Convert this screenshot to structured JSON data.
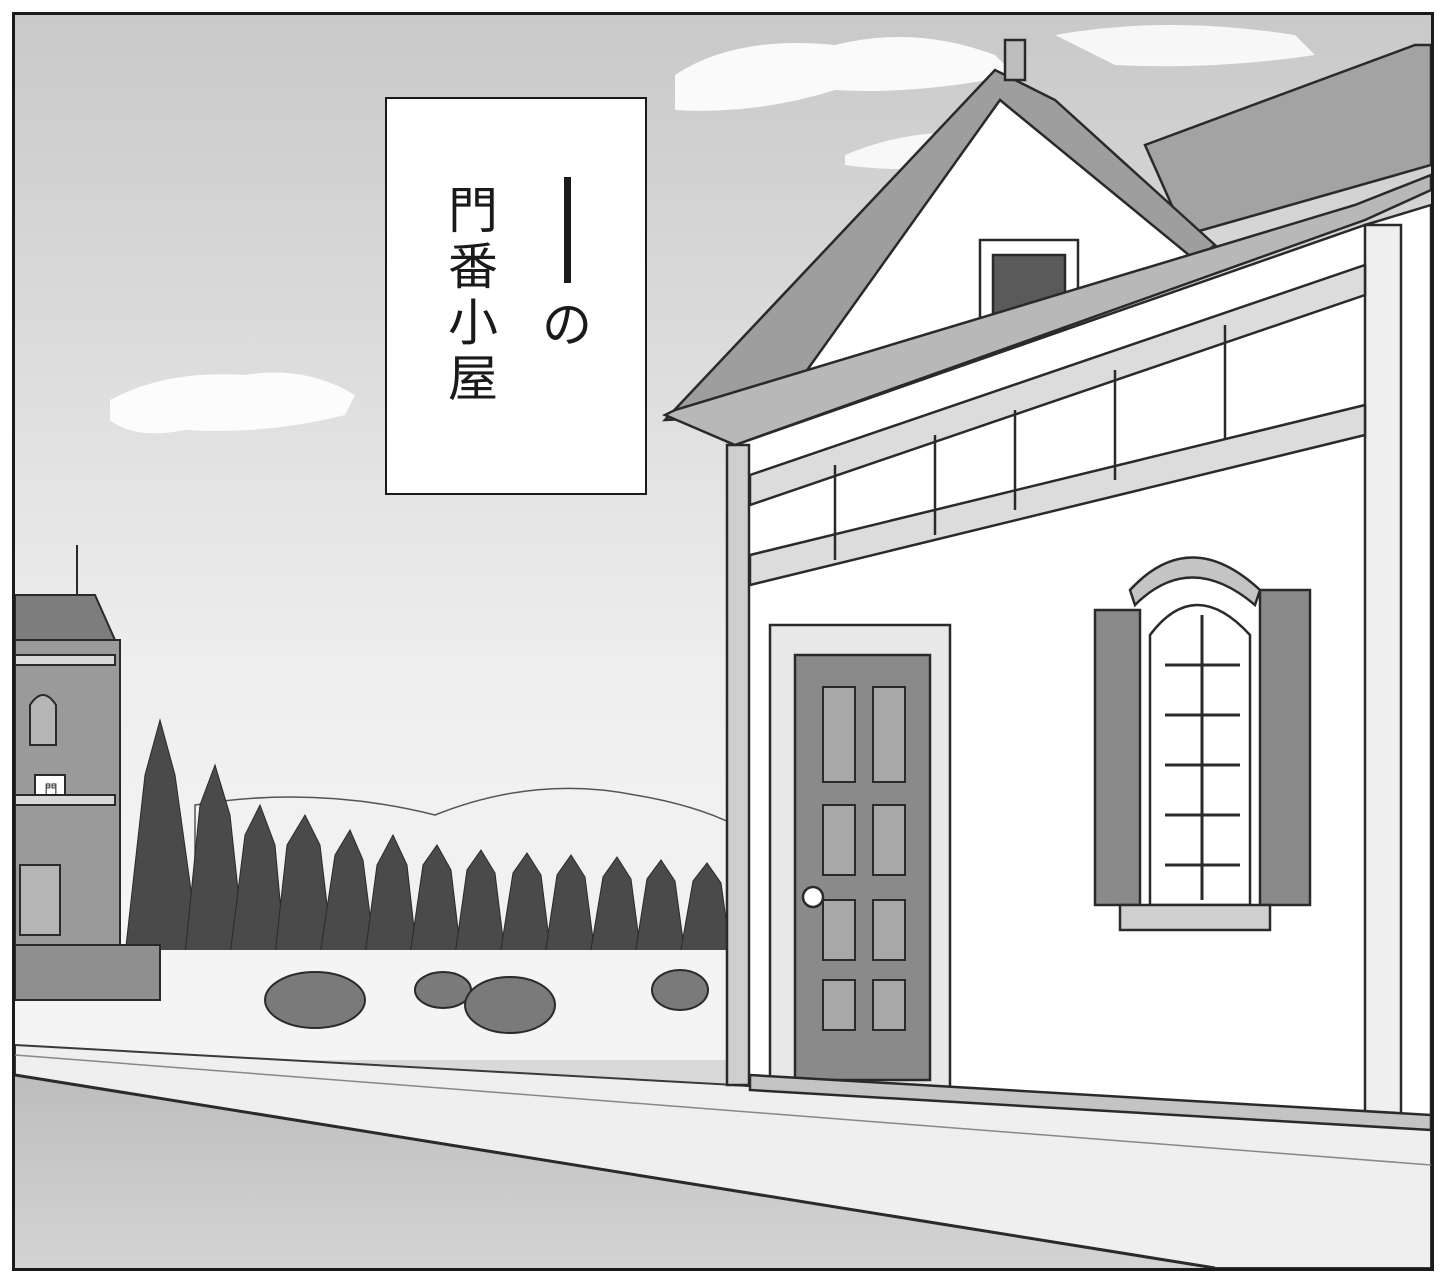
{
  "caption": {
    "line1_dash": "―",
    "line1_text": "の",
    "line2": [
      "門",
      "番",
      "小",
      "屋"
    ]
  },
  "sign": "門",
  "colors": {
    "sky_top": "#cfcfcf",
    "sky_bottom": "#f2f2f2",
    "ink": "#1a1a1a",
    "wall": "#ffffff",
    "trim": "#8a8a8a",
    "road": "#c4c4c4"
  }
}
